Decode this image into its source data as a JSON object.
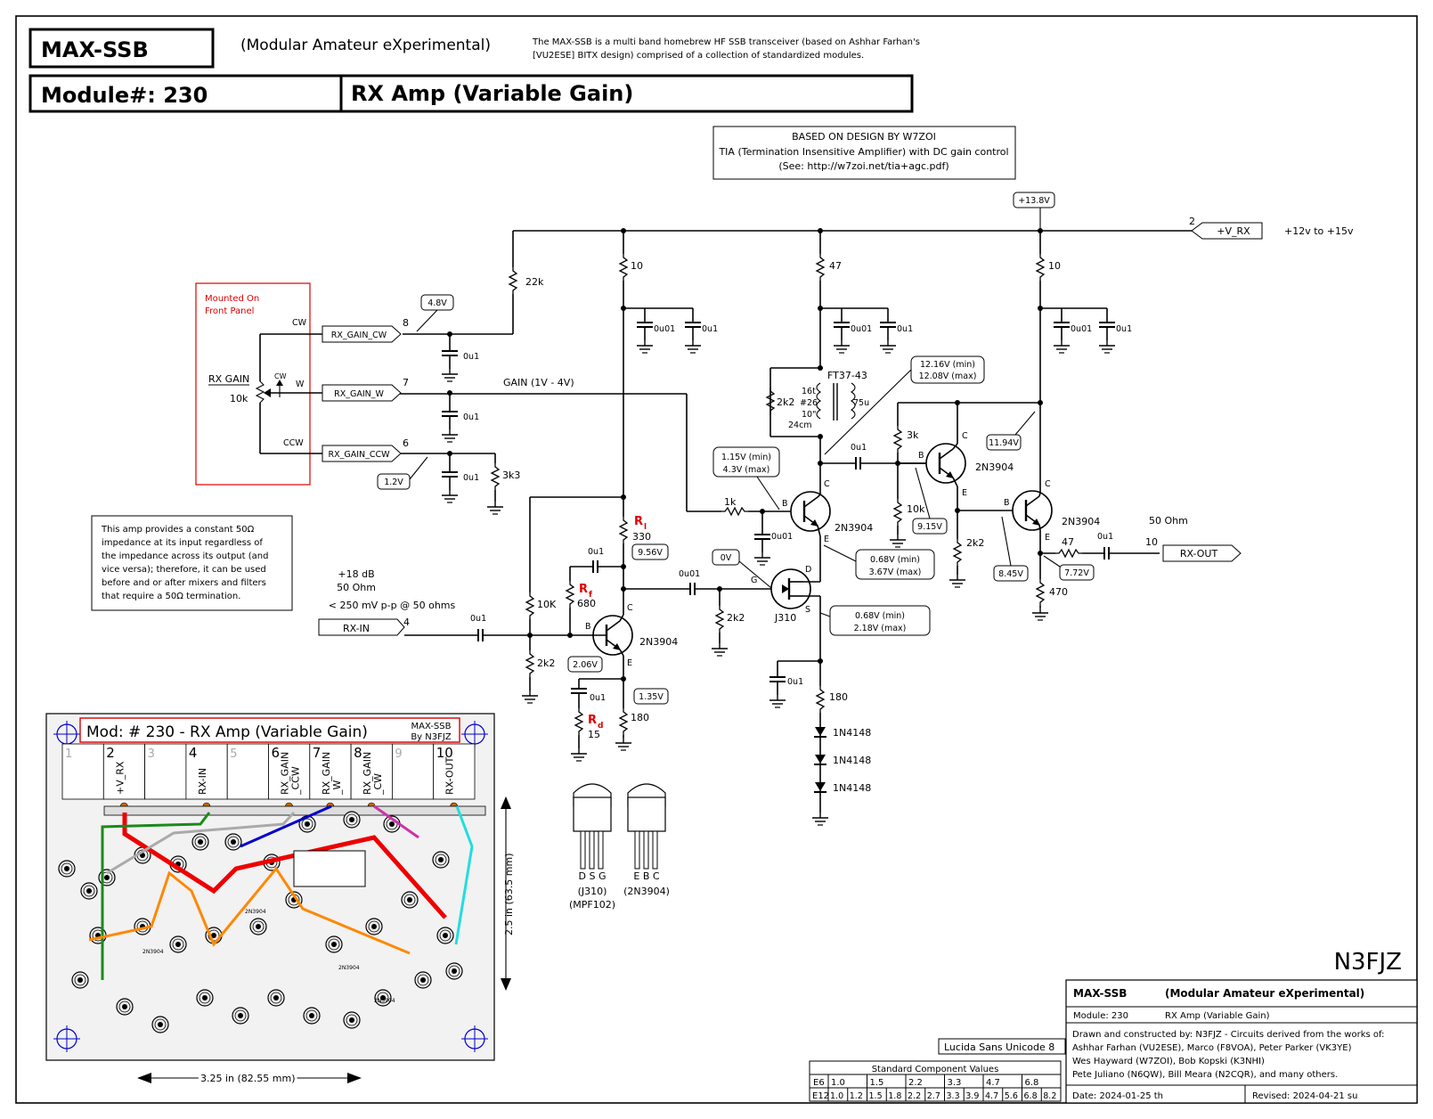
{
  "header": {
    "project": "MAX-SSB",
    "expansion": "(Modular Amateur eXperimental)",
    "description_1": "The MAX-SSB is a multi band homebrew HF SSB transceiver (based on Ashhar Farhan's",
    "description_2": "[VU2ESE] BITX design) comprised of a collection of standardized modules.",
    "module": "Module#: 230",
    "module_title": "RX Amp (Variable Gain)"
  },
  "design_note": {
    "line1": "BASED ON DESIGN BY W7ZOI",
    "line2": "TIA (Termination Insensitive Amplifier) with DC gain control",
    "line3": "(See: http://w7zoi.net/tia+agc.pdf)"
  },
  "front_panel": {
    "line1": "Mounted On",
    "line2": "Front Panel",
    "pot_label": "RX GAIN",
    "pot_value": "10k",
    "cw": "CW",
    "w": "W",
    "ccw": "CCW",
    "cw_arrow": "CW"
  },
  "ports": {
    "vrx": {
      "label": "+V_RX",
      "pin": "2",
      "note": "+12v to +15v"
    },
    "gain_cw": {
      "label": "RX_GAIN_CW",
      "pin": "8"
    },
    "gain_w": {
      "label": "RX_GAIN_W",
      "pin": "7"
    },
    "gain_ccw": {
      "label": "RX_GAIN_CCW",
      "pin": "6"
    },
    "rx_in": {
      "label": "RX-IN",
      "pin": "4"
    },
    "rx_out": {
      "label": "RX-OUT",
      "pin": "10"
    }
  },
  "labels": {
    "gain_range": "GAIN  (1V - 4V)",
    "in_level": "+18 dB",
    "in_imp": "50 Ohm",
    "in_max": "< 250 mV p-p @ 50 ohms",
    "out_imp": "50 Ohm",
    "ft37": "FT37-43",
    "coil1": "16t",
    "coil2": "#26",
    "coil3": "10\"",
    "coil4": "24cm",
    "coil_l": "75u",
    "rl": "R",
    "rl_sub": "l",
    "rf": "R",
    "rf_sub": "f",
    "rd": "R",
    "rd_sub": "d"
  },
  "components": {
    "r22k": "22k",
    "r10a": "10",
    "r47": "47",
    "r10b": "10",
    "r2k2c": "2k2",
    "r3k": "3k",
    "r10k2": "10k",
    "r2k2e": "2k2",
    "r47o": "47",
    "r470": "470",
    "r1k": "1k",
    "r330": "330",
    "r680": "680",
    "r10k": "10K",
    "r2k2b": "2k2",
    "r180a": "180",
    "r15": "15",
    "r2k2g": "2k2",
    "r180b": "180",
    "r3k3": "3k3",
    "c0u01": "0u01",
    "c0u1": "0u1",
    "d1": "1N4148",
    "q1": "2N3904",
    "q2": "2N3904",
    "q3": "2N3904",
    "q4": "2N3904",
    "j1": "J310",
    "pinB": "B",
    "pinC": "C",
    "pinE": "E",
    "pinD": "D",
    "pinG": "G",
    "pinS": "S"
  },
  "voltages": {
    "v138": "+13.8V",
    "v48": "4.8V",
    "v12": "1.2V",
    "vbase1": "1.15V (min)",
    "vbase2": "4.3V (max)",
    "vcol1": "12.16V (min)",
    "vcol2": "12.08V (max)",
    "v1194": "11.94V",
    "v915": "9.15V",
    "v845": "8.45V",
    "v772": "7.72V",
    "v956": "9.56V",
    "v0": "0V",
    "vem1": "0.68V (min)",
    "vem2": "3.67V (max)",
    "vs1": "0.68V (min)",
    "vs2": "2.18V (max)",
    "v206": "2.06V",
    "v135": "1.35V"
  },
  "note": {
    "l1": "This amp provides a constant 50Ω",
    "l2": "impedance at its input regardless of",
    "l3": "the impedance across its output (and",
    "l4": "vice versa); therefore, it can be used",
    "l5": "before and or after mixers and filters",
    "l6": "that require a 50Ω termination."
  },
  "board": {
    "title": "Mod: # 230 - RX Amp (Variable Gain)",
    "brand1": "MAX-SSB",
    "brand2": "By N3FJZ",
    "pins": [
      {
        "num": "1",
        "label": ""
      },
      {
        "num": "2",
        "label": "+V_RX"
      },
      {
        "num": "3",
        "label": ""
      },
      {
        "num": "4",
        "label": "RX-IN"
      },
      {
        "num": "5",
        "label": ""
      },
      {
        "num": "6",
        "label": "RX_GAIN_CCW"
      },
      {
        "num": "7",
        "label": "RX_GAIN_W"
      },
      {
        "num": "8",
        "label": "RX_GAIN_CW"
      },
      {
        "num": "9",
        "label": ""
      },
      {
        "num": "10",
        "label": "RX-OUT"
      }
    ],
    "height_dim": "2.5 in (63.5 mm)",
    "width_dim": "3.25 in (82.55 mm)",
    "part": "2N3904"
  },
  "packages": {
    "j310_pins": "D  S  G",
    "j310_name": "(J310)",
    "j310_alt": "(MPF102)",
    "bjt_pins": "E  B  C",
    "bjt_name": "(2N3904)"
  },
  "title_block": {
    "author": "N3FJZ",
    "project": "MAX-SSB",
    "expansion": "(Modular Amateur eXperimental)",
    "module": "Module: 230",
    "module_title": "RX Amp (Variable Gain)",
    "credits1": "Drawn and constructed by: N3FJZ - Circuits derived from the works of:",
    "credits2": "Ashhar Farhan (VU2ESE), Marco (F8VOA), Peter Parker (VK3YE)",
    "credits3": "Wes Hayward (W7ZOI), Bob Kopski (K3NHI)",
    "credits4": "Pete Juliano (N6QW), Bill Meara (N2CQR), and many others.",
    "date": "Date:  2024-01-25 th",
    "revised": "Revised:  2024-04-21 su",
    "font_note": "Lucida Sans Unicode  8"
  },
  "std_values": {
    "title": "Standard Component Values",
    "e6_label": "E6",
    "e6": [
      "1.0",
      "1.5",
      "2.2",
      "3.3",
      "4.7",
      "6.8"
    ],
    "e12_label": "E12",
    "e12": [
      "1.0",
      "1.2",
      "1.5",
      "1.8",
      "2.2",
      "2.7",
      "3.3",
      "3.9",
      "4.7",
      "5.6",
      "6.8",
      "8.2"
    ]
  }
}
